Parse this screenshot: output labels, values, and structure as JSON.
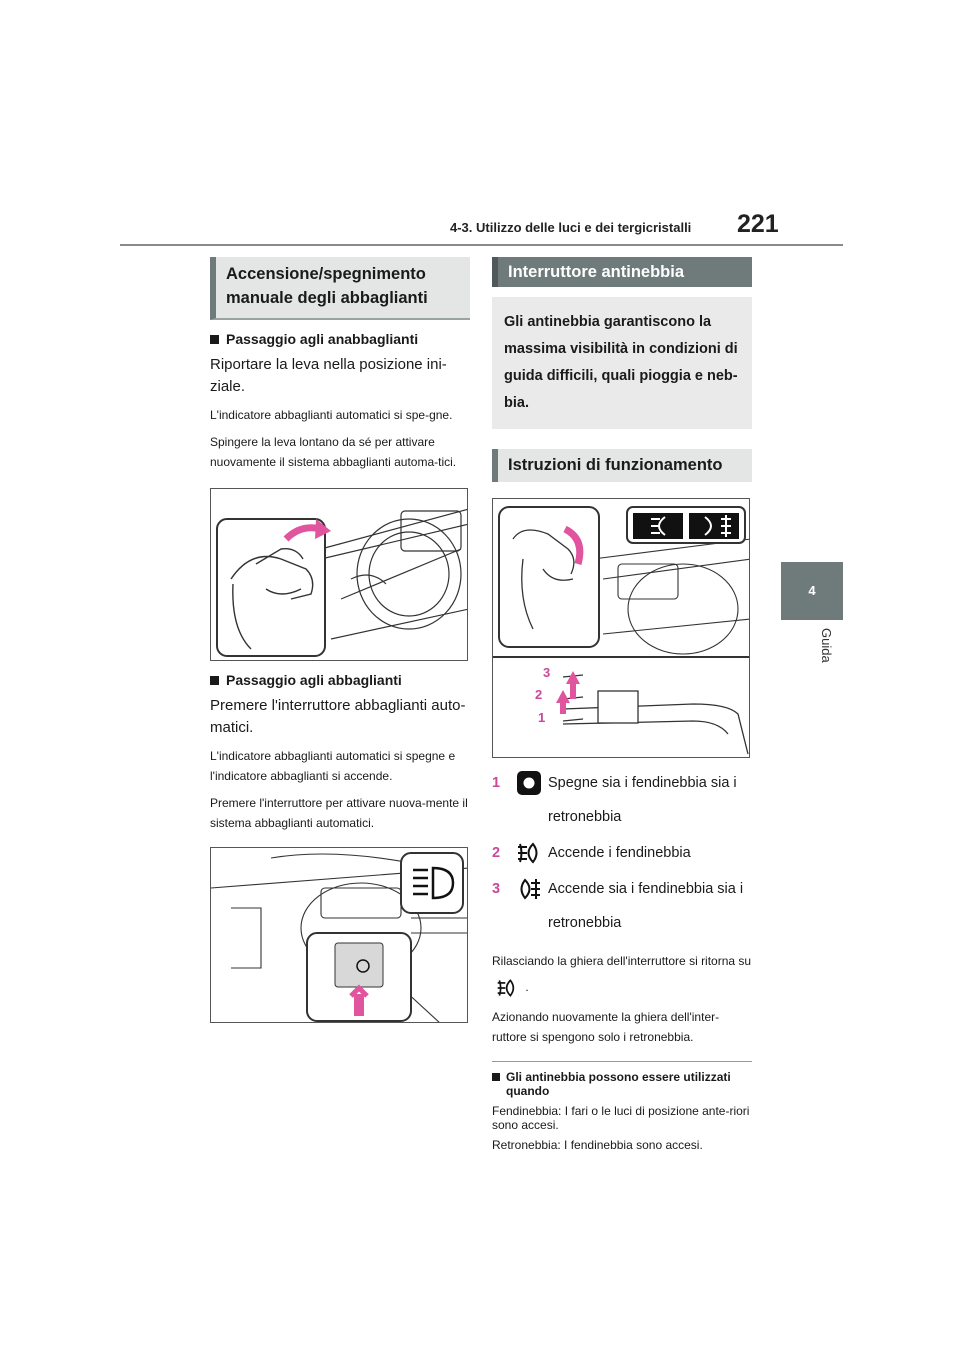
{
  "header": {
    "title": "4-3. Utilizzo delle luci e dei tergicristalli",
    "page_number": "221"
  },
  "side_tab": {
    "number": "4",
    "label": "Guida"
  },
  "left": {
    "section_title": "Accensione/spegnimento manuale degli abbaglianti",
    "sub1": {
      "heading": "Passaggio agli anabbaglianti",
      "main": "Riportare la leva nella posizione ini-ziale.",
      "p1": "L'indicatore abbaglianti automatici si spe-gne.",
      "p2": "Spingere la leva lontano da sé per attivare nuovamente il sistema abbaglianti automa-tici."
    },
    "sub2": {
      "heading": "Passaggio agli abbaglianti",
      "main": "Premere l'interruttore abbaglianti auto-matici.",
      "p1": "L'indicatore abbaglianti automatici si spegne e l'indicatore abbaglianti si accende.",
      "p2": "Premere l'interruttore per attivare nuova-mente il sistema abbaglianti automatici."
    }
  },
  "right": {
    "section_title": "Interruttore antinebbia",
    "intro": "Gli antinebbia garantiscono la massima visibilità in condizioni di guida difficili, quali pioggia e neb-bia.",
    "section2_title": "Istruzioni di funzionamento",
    "figure_labels": [
      "3",
      "2",
      "1"
    ],
    "items": [
      {
        "num": "1",
        "icon": "off-icon",
        "text": "Spegne sia i fendinebbia sia i retronebbia"
      },
      {
        "num": "2",
        "icon": "front-fog-icon",
        "text": "Accende i fendinebbia"
      },
      {
        "num": "3",
        "icon": "rear-fog-icon",
        "text": "Accende sia i fendinebbia sia i retronebbia"
      }
    ],
    "release_text_a": "Rilasciando la ghiera dell'interruttore si ritorna su",
    "release_text_b": ".",
    "again_text": "Azionando nuovamente la ghiera dell'inter-ruttore si spengono solo i retronebbia.",
    "note_heading": "Gli antinebbia possono essere utilizzati quando",
    "note_p1": "Fendinebbia: I fari o le luci di posizione ante-riori sono accesi.",
    "note_p2": "Retronebbia: I fendinebbia sono accesi."
  },
  "colors": {
    "accent": "#6f7b7b",
    "number_pink": "#c9489a",
    "arrow_pink": "#e0559e"
  }
}
